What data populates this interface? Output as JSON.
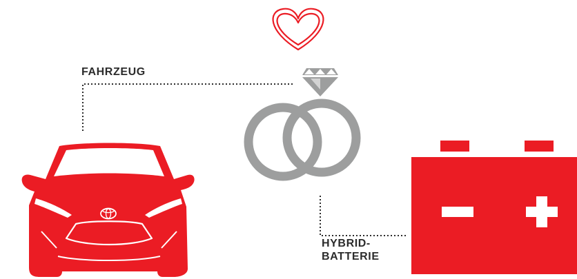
{
  "labels": {
    "vehicle": "FAHRZEUG",
    "battery_line1": "HYBRID-",
    "battery_line2": "BATTERIE"
  },
  "colors": {
    "brand_red": "#eb1c24",
    "ring_gray": "#9d9e9e",
    "text_dark": "#2b2b2b",
    "connector": "#2b2b2b"
  },
  "icons": {
    "heart": "heart-outline-icon",
    "diamond": "diamond-icon",
    "rings": "wedding-rings-icon",
    "car": "car-front-icon",
    "battery": "battery-icon",
    "minus": "minus-sign-icon",
    "plus": "plus-sign-icon"
  }
}
